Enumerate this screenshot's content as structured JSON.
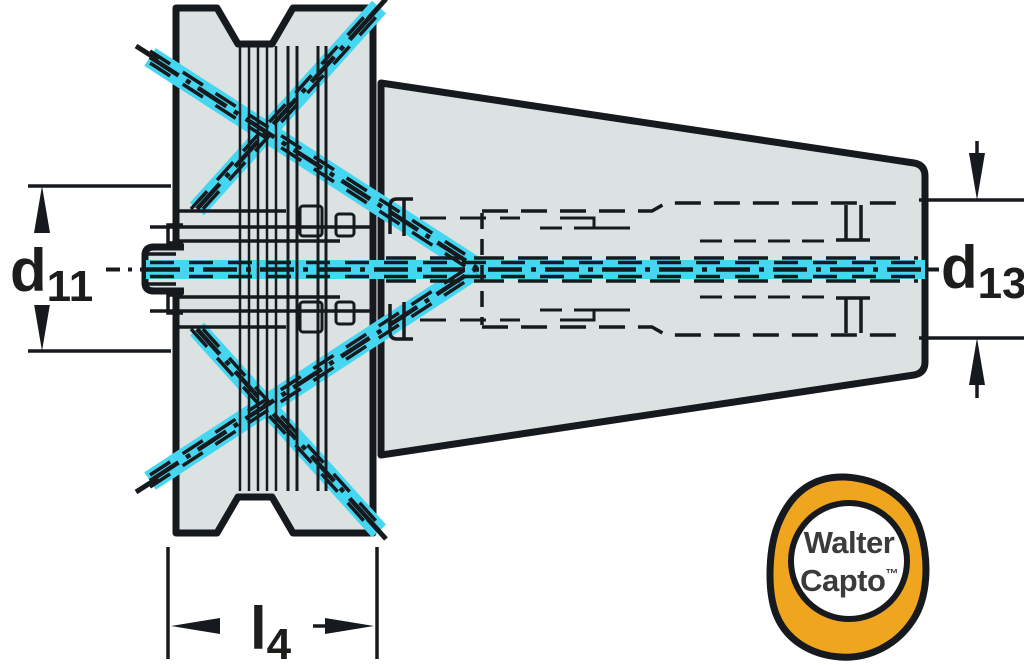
{
  "drawing": {
    "labels": {
      "d11": {
        "main": "d",
        "sub": "11"
      },
      "d13": {
        "main": "d",
        "sub": "13"
      },
      "l4": {
        "main": "l",
        "sub": "4"
      }
    },
    "logo": {
      "line1": "Walter",
      "line2": "Capto",
      "trademark": "™"
    },
    "colors": {
      "section_highlight_cyan": "#45D7F2",
      "body_fill_gray": "#DCE2E1",
      "line_black": "#16191D",
      "label_text": "#1D1D1B",
      "logo_orange": "#F0A51E",
      "logo_text_gray": "#3B3B3B",
      "background_white": "#FFFFFF"
    }
  }
}
